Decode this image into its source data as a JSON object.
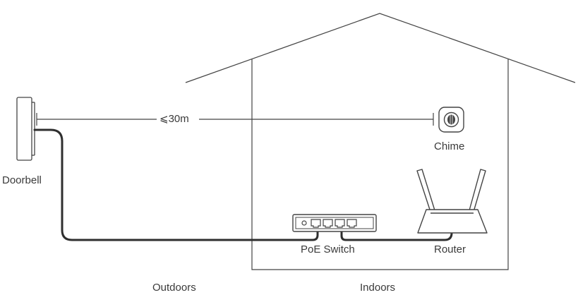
{
  "labels": {
    "doorbell": "Doorbell",
    "distance": "⩽30m",
    "chime": "Chime",
    "poe_switch": "PoE Switch",
    "router": "Router",
    "outdoors": "Outdoors",
    "indoors": "Indoors"
  },
  "icons": {
    "doorbell": "doorbell-icon",
    "chime": "chime-icon",
    "poe_switch": "poe-switch-icon",
    "router": "router-icon"
  },
  "colors": {
    "line": "#444444",
    "cable": "#2f2f2f",
    "text": "#3a3a3a"
  }
}
